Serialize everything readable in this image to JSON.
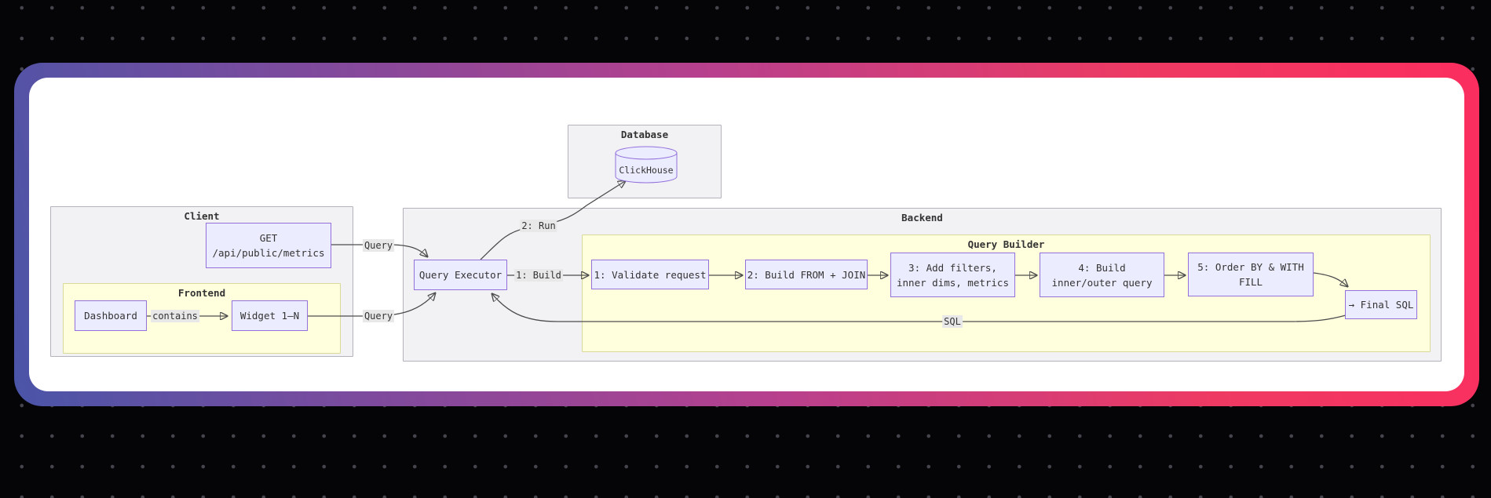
{
  "diagram": {
    "clusters": [
      {
        "id": "client",
        "label": "Client",
        "tone": "gray"
      },
      {
        "id": "frontend",
        "label": "Frontend",
        "tone": "yellow"
      },
      {
        "id": "database",
        "label": "Database",
        "tone": "gray"
      },
      {
        "id": "backend",
        "label": "Backend",
        "tone": "gray"
      },
      {
        "id": "query_builder",
        "label": "Query Builder",
        "tone": "yellow"
      }
    ],
    "nodes": [
      {
        "id": "get",
        "lines": [
          "GET",
          "/api/public/metrics"
        ]
      },
      {
        "id": "dashboard",
        "lines": [
          "Dashboard"
        ]
      },
      {
        "id": "widget",
        "lines": [
          "Widget 1–N"
        ]
      },
      {
        "id": "query_executor",
        "lines": [
          "Query Executor"
        ]
      },
      {
        "id": "clickhouse",
        "lines": [
          "ClickHouse"
        ],
        "shape": "cylinder"
      },
      {
        "id": "validate",
        "lines": [
          "1: Validate request"
        ]
      },
      {
        "id": "from_join",
        "lines": [
          "2: Build FROM + JOIN"
        ]
      },
      {
        "id": "filters",
        "lines": [
          "3: Add filters,",
          "inner dims, metrics"
        ]
      },
      {
        "id": "inner_outer",
        "lines": [
          "4: Build",
          "inner/outer query"
        ]
      },
      {
        "id": "order_fill",
        "lines": [
          "5: Order BY & WITH",
          "FILL"
        ]
      },
      {
        "id": "final_sql",
        "lines": [
          "→ Final SQL"
        ]
      }
    ],
    "edge_labels": [
      {
        "id": "query_get",
        "text": "Query"
      },
      {
        "id": "query_widget",
        "text": "Query"
      },
      {
        "id": "contains",
        "text": "contains"
      },
      {
        "id": "run",
        "text": "2: Run"
      },
      {
        "id": "build",
        "text": "1: Build"
      },
      {
        "id": "sql",
        "text": "SQL"
      }
    ],
    "colors": {
      "node_fill": "#ECECFF",
      "node_border": "#9370DB",
      "cluster_gray_fill": "#f2f2f5",
      "cluster_gray_border": "#b3b3bb",
      "cluster_yellow_fill": "#ffffde",
      "cluster_yellow_border": "#d9d99a",
      "edge": "#4d4d4d",
      "label_bg": "#e8e8e8",
      "text": "#333333"
    }
  },
  "frame": {
    "gradient_colors": [
      "#4a55a8",
      "#7b4b9e",
      "#b8408d",
      "#ee3a63",
      "#fb2e5f"
    ],
    "card_background": "#ffffff",
    "page_background": "#050507",
    "dot_color": "#45454d"
  }
}
